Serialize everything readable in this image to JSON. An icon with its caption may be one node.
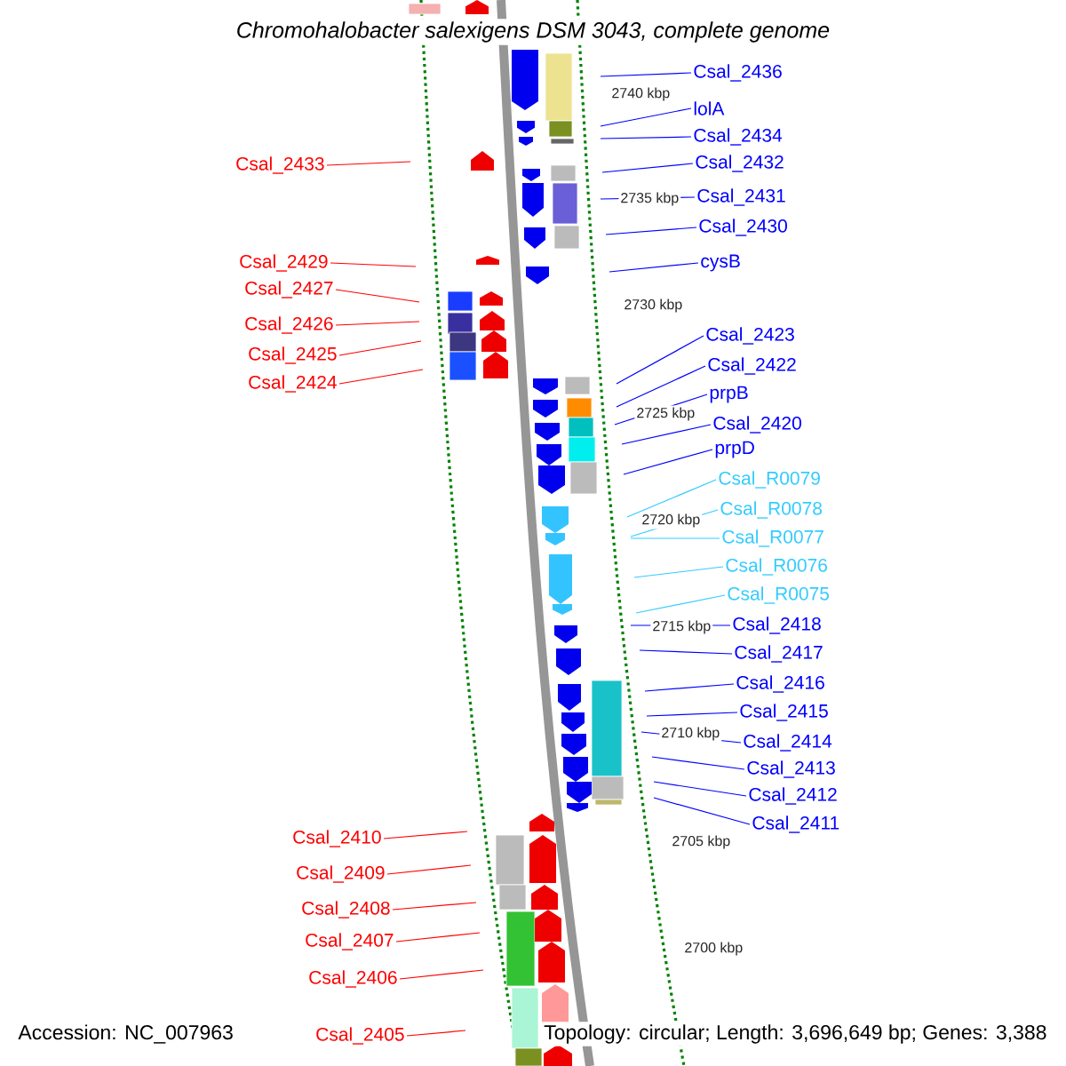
{
  "diagram": {
    "title": "Chromohalobacter salexigens DSM 3043, complete genome",
    "nodes": [
      {
        "text": [
          "Csal_2436"
        ]
      },
      {
        "text": [
          "lolA"
        ]
      },
      {
        "text": [
          "Csal_2434"
        ]
      },
      {
        "text": [
          "Csal_2432"
        ]
      },
      {
        "text": [
          "Csal_2431"
        ]
      },
      {
        "text": [
          "Csal_2430"
        ]
      },
      {
        "text": [
          "cysB"
        ]
      },
      {
        "text": [
          "Csal_2423"
        ]
      },
      {
        "text": [
          "Csal_2422"
        ]
      },
      {
        "text": [
          "prpB"
        ]
      },
      {
        "text": [
          "Csal_2420"
        ]
      },
      {
        "text": [
          "prpD"
        ]
      },
      {
        "text": [
          "Csal_R0079"
        ]
      },
      {
        "text": [
          "Csal_R0078"
        ]
      },
      {
        "text": [
          "Csal_R0077"
        ]
      },
      {
        "text": [
          "Csal_R0076"
        ]
      },
      {
        "text": [
          "Csal_R0075"
        ]
      },
      {
        "text": [
          "Csal_2418"
        ]
      },
      {
        "text": [
          "Csal_2417"
        ]
      },
      {
        "text": [
          "Csal_2416"
        ]
      },
      {
        "text": [
          "Csal_2415"
        ]
      },
      {
        "text": [
          "Csal_2414"
        ]
      },
      {
        "text": [
          "Csal_2413"
        ]
      },
      {
        "text": [
          "Csal_2412"
        ]
      },
      {
        "text": [
          "Csal_2411"
        ]
      },
      {
        "text": [
          "Csal_2433"
        ]
      },
      {
        "text": [
          "Csal_2429"
        ]
      },
      {
        "text": [
          "Csal_2427"
        ]
      },
      {
        "text": [
          "Csal_2426"
        ]
      },
      {
        "text": [
          "Csal_2425"
        ]
      },
      {
        "text": [
          "Csal_2424"
        ]
      },
      {
        "text": [
          "Csal_2410"
        ]
      },
      {
        "text": [
          "Csal_2409"
        ]
      },
      {
        "text": [
          "Csal_2408"
        ]
      },
      {
        "text": [
          "Csal_2407"
        ]
      },
      {
        "text": [
          "Csal_2406"
        ]
      },
      {
        "text": [
          "Csal_2405"
        ]
      }
    ],
    "edges": [
      {
        "from": 0,
        "to": null,
        "arrow": "none"
      },
      {
        "from": 1,
        "to": null,
        "arrow": "none"
      },
      {
        "from": 2,
        "to": null,
        "arrow": "none"
      },
      {
        "from": 3,
        "to": null,
        "arrow": "none"
      },
      {
        "from": 4,
        "to": null,
        "arrow": "none"
      },
      {
        "from": 5,
        "to": null,
        "arrow": "none"
      },
      {
        "from": 6,
        "to": null,
        "arrow": "none"
      },
      {
        "from": 7,
        "to": null,
        "arrow": "none"
      },
      {
        "from": 8,
        "to": null,
        "arrow": "none"
      },
      {
        "from": 9,
        "to": null,
        "arrow": "none"
      },
      {
        "from": 10,
        "to": null,
        "arrow": "none"
      },
      {
        "from": 11,
        "to": null,
        "arrow": "none"
      },
      {
        "from": 12,
        "to": null,
        "arrow": "none",
        "color": "#33ccff"
      },
      {
        "from": 13,
        "to": null,
        "arrow": "none",
        "color": "#33ccff"
      },
      {
        "from": 14,
        "to": null,
        "arrow": "none",
        "color": "#33ccff"
      },
      {
        "from": 15,
        "to": null,
        "arrow": "none",
        "color": "#33ccff"
      },
      {
        "from": 16,
        "to": null,
        "arrow": "none",
        "color": "#33ccff"
      },
      {
        "from": 17,
        "to": null,
        "arrow": "none"
      },
      {
        "from": 18,
        "to": null,
        "arrow": "none"
      },
      {
        "from": 19,
        "to": null,
        "arrow": "none"
      },
      {
        "from": 20,
        "to": null,
        "arrow": "none"
      },
      {
        "from": 21,
        "to": null,
        "arrow": "none"
      },
      {
        "from": 22,
        "to": null,
        "arrow": "none"
      },
      {
        "from": 23,
        "to": null,
        "arrow": "none"
      },
      {
        "from": 24,
        "to": null,
        "arrow": "none"
      },
      {
        "from": 25,
        "to": null,
        "arrow": "none",
        "color": "#ff0000"
      },
      {
        "from": 26,
        "to": null,
        "arrow": "none",
        "color": "#ff0000"
      },
      {
        "from": 27,
        "to": null,
        "arrow": "none",
        "color": "#ff0000"
      },
      {
        "from": 28,
        "to": null,
        "arrow": "none",
        "color": "#ff0000"
      },
      {
        "from": 29,
        "to": null,
        "arrow": "none",
        "color": "#ff0000"
      },
      {
        "from": 30,
        "to": null,
        "arrow": "none",
        "color": "#ff0000"
      },
      {
        "from": 31,
        "to": null,
        "arrow": "none",
        "color": "#ff0000"
      },
      {
        "from": 32,
        "to": null,
        "arrow": "none",
        "color": "#ff0000"
      },
      {
        "from": 33,
        "to": null,
        "arrow": "none",
        "color": "#ff0000"
      },
      {
        "from": 34,
        "to": null,
        "arrow": "none",
        "color": "#ff0000"
      },
      {
        "from": 35,
        "to": null,
        "arrow": "none",
        "color": "#ff0000"
      },
      {
        "from": 36,
        "to": null,
        "arrow": "none",
        "color": "#ff0000"
      }
    ],
    "labels": [
      "2740 kbp",
      "2735 kbp",
      "2730 kbp",
      "2725 kbp",
      "2720 kbp",
      "2715 kbp",
      "2710 kbp",
      "2705 kbp",
      "2700 kbp",
      "Accession: NC_007963",
      "Topology: circular; Length: 3,696,649 bp; Genes: 3,388"
    ]
  }
}
